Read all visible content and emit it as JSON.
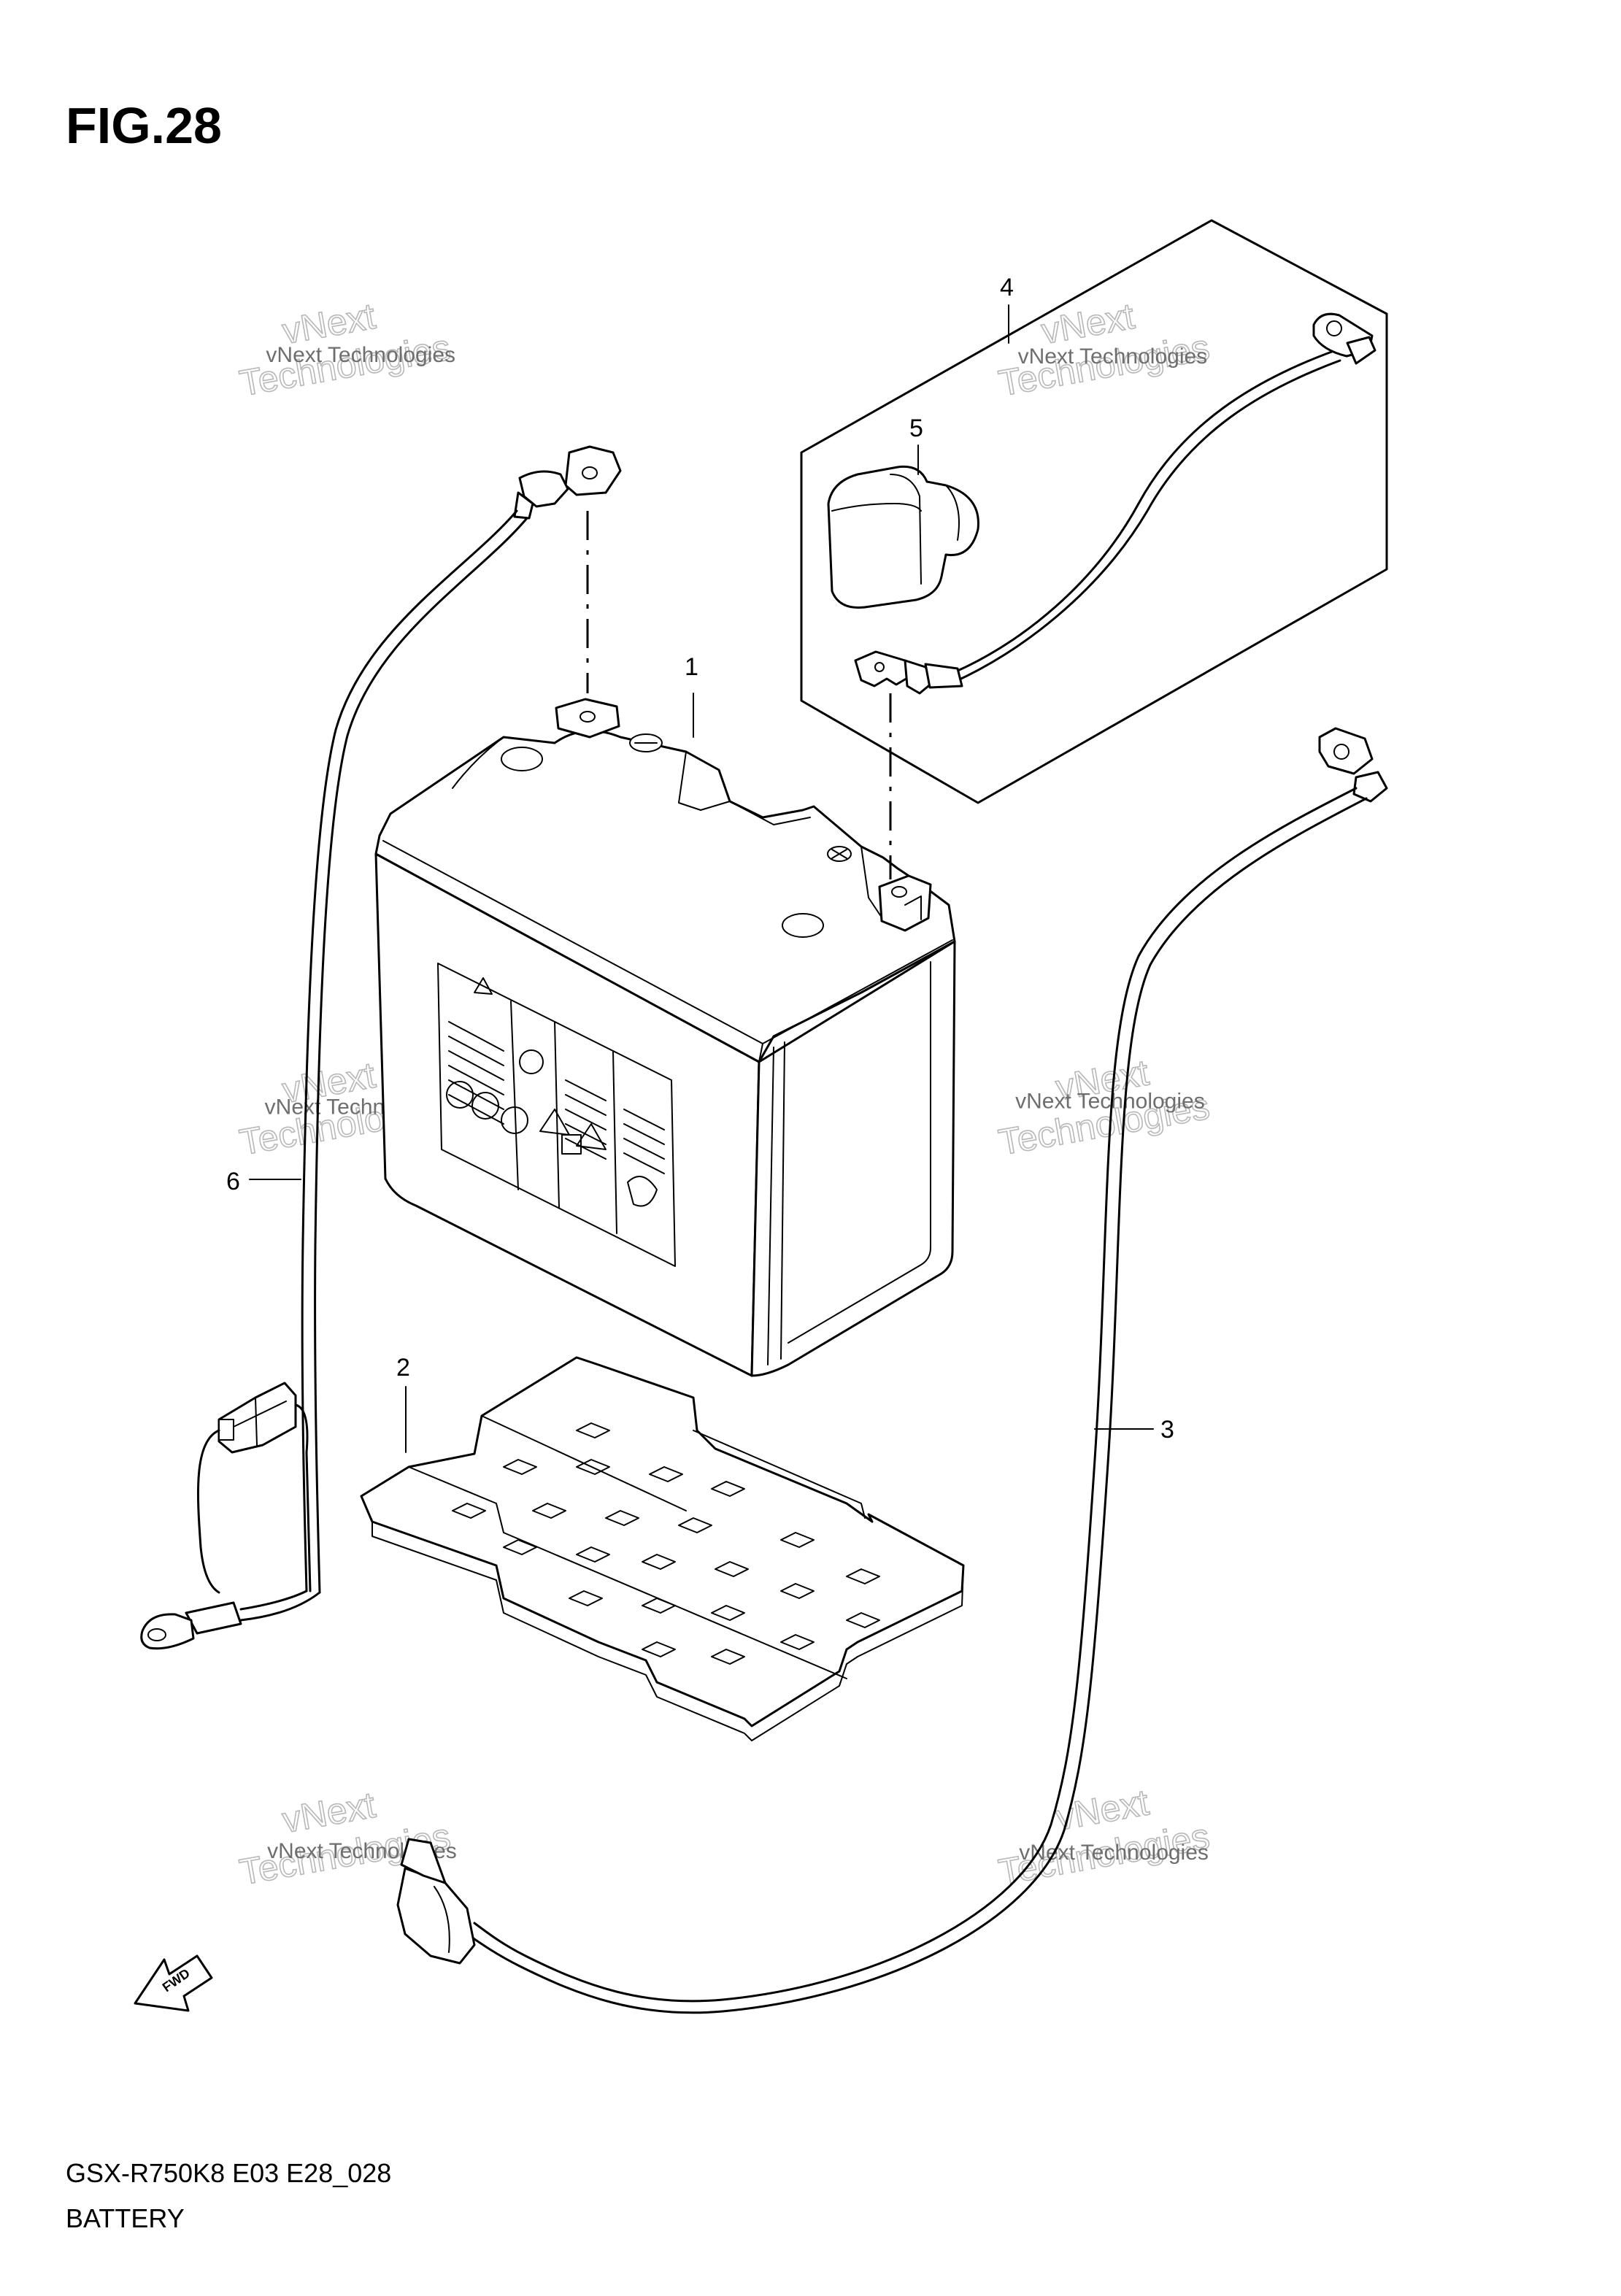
{
  "figure": {
    "title": "FIG.28",
    "code": "GSX-R750K8 E03 E28_028",
    "name": "BATTERY"
  },
  "callouts": [
    {
      "id": "1",
      "label": "1"
    },
    {
      "id": "2",
      "label": "2"
    },
    {
      "id": "3",
      "label": "3"
    },
    {
      "id": "4",
      "label": "4"
    },
    {
      "id": "5",
      "label": "5"
    },
    {
      "id": "6",
      "label": "6"
    }
  ],
  "direction_arrow": {
    "label": "FWD",
    "icon": "fwd-arrow-icon"
  },
  "watermark": {
    "small": "vNext Technologies",
    "big_line1": "vNext",
    "big_line2": "Technologies"
  }
}
